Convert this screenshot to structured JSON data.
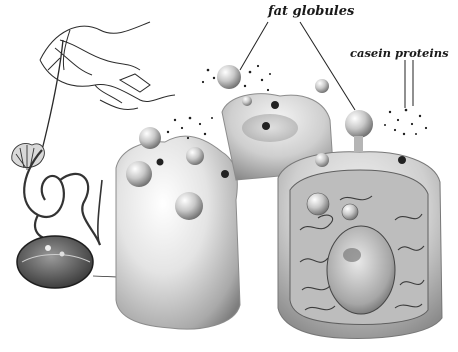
{
  "labels": {
    "fat_globules": "fat globules",
    "casein_proteins": "casein proteins"
  },
  "colors": {
    "cell_light": "#f2f2f2",
    "cell_mid": "#bdbdbd",
    "cell_dark": "#6e6e6e",
    "ink": "#1a1a1a",
    "background": "#ffffff"
  },
  "icons": [
    "mammary-gland-sketch",
    "alveolus-icon",
    "fat-globule-icon",
    "casein-particle-icon",
    "nucleus-icon"
  ]
}
